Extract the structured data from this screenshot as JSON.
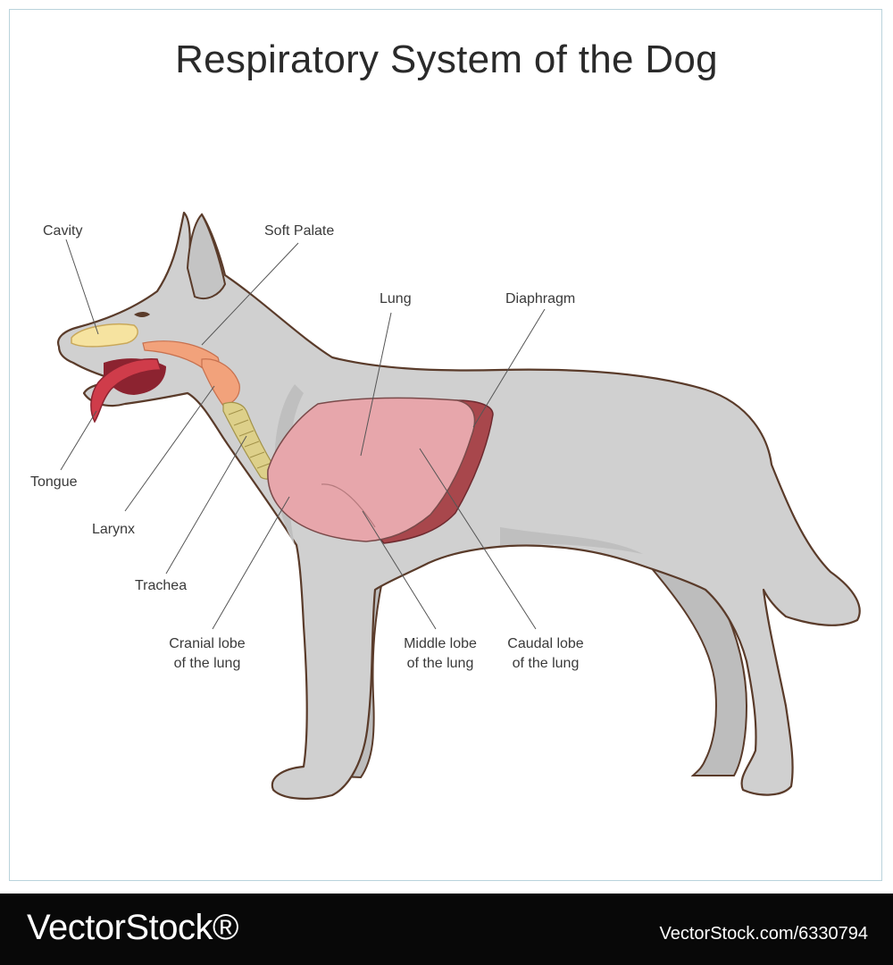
{
  "title": "Respiratory System of the Dog",
  "labels": {
    "cavity": "Cavity",
    "soft_palate": "Soft Palate",
    "lung": "Lung",
    "diaphragm": "Diaphragm",
    "tongue": "Tongue",
    "larynx": "Larynx",
    "trachea": "Trachea",
    "cranial_lobe_1": "Cranial lobe",
    "cranial_lobe_2": "of the lung",
    "middle_lobe_1": "Middle lobe",
    "middle_lobe_2": "of the lung",
    "caudal_lobe_1": "Caudal lobe",
    "caudal_lobe_2": "of the lung"
  },
  "footer": {
    "brand": "VectorStock®",
    "image_id": "VectorStock.com/6330794"
  },
  "colors": {
    "body": "#cfcfcf",
    "body_outline": "#5a3b2a",
    "lung": "#e7a6ab",
    "diaphragm": "#a8474c",
    "trachea": "#ddd08a",
    "larynx": "#f2a27b",
    "tongue": "#cf3c4a",
    "nasal_cavity": "#f6e3a0",
    "frame_border": "#b9d3dc"
  }
}
